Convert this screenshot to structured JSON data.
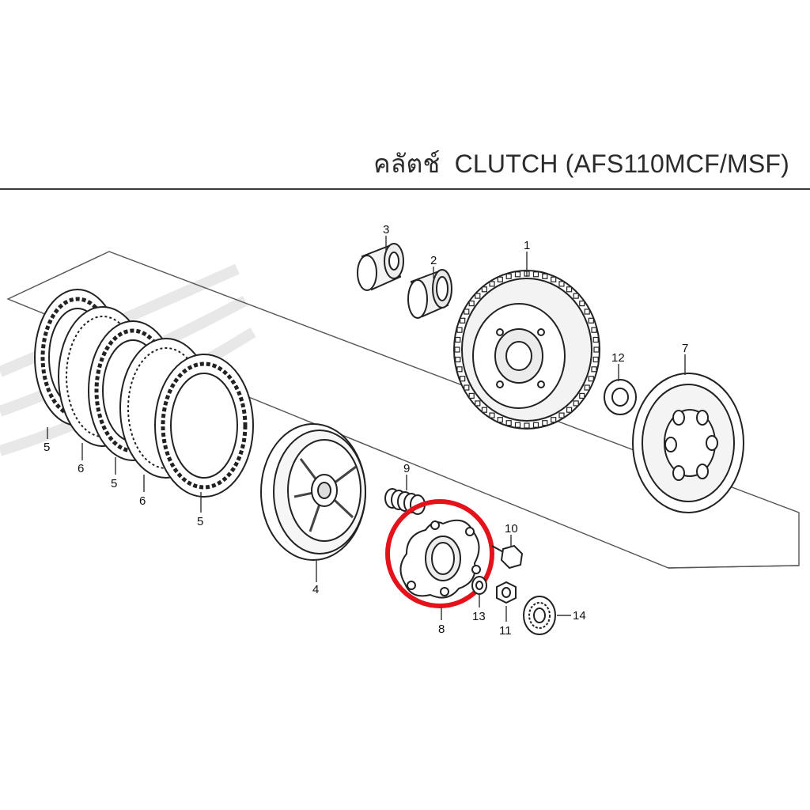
{
  "title": {
    "thai": "คลัตช์",
    "english": "CLUTCH (AFS110MCF/MSF)"
  },
  "part_labels": {
    "p1": "1",
    "p2": "2",
    "p3": "3",
    "p4": "4",
    "p5a": "5",
    "p5b": "5",
    "p5c": "5",
    "p6a": "6",
    "p6b": "6",
    "p7": "7",
    "p8": "8",
    "p9": "9",
    "p10": "10",
    "p11": "11",
    "p12": "12",
    "p13": "13",
    "p14": "14"
  },
  "highlight": {
    "part": "8",
    "color": "#e3121b"
  },
  "colors": {
    "line": "#222222",
    "frame": "#555555",
    "watermark": "#e8e8e8"
  },
  "icons": {
    "watermark": "wing-logo-watermark"
  }
}
